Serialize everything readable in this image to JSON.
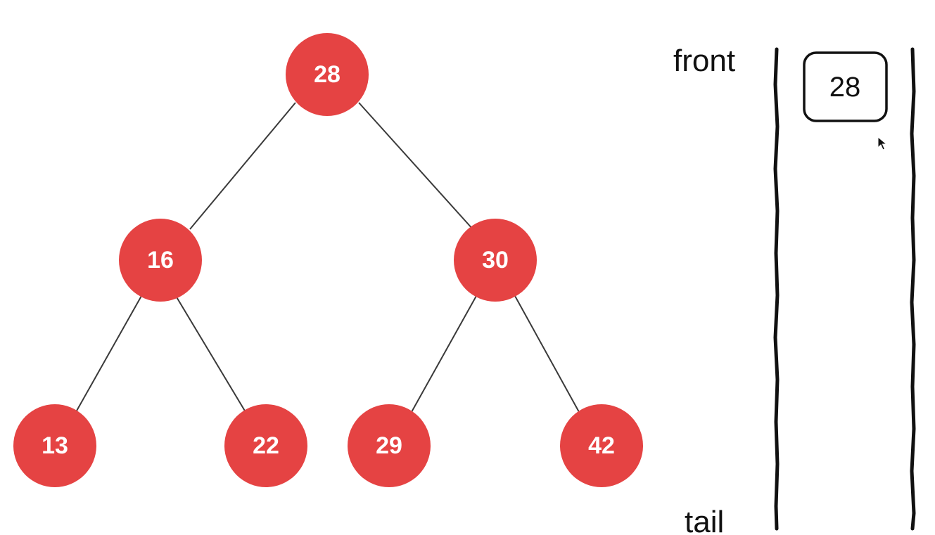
{
  "tree": {
    "nodes": [
      {
        "id": "n28",
        "value": "28"
      },
      {
        "id": "n16",
        "value": "16"
      },
      {
        "id": "n30",
        "value": "30"
      },
      {
        "id": "n13",
        "value": "13"
      },
      {
        "id": "n22",
        "value": "22"
      },
      {
        "id": "n29",
        "value": "29"
      },
      {
        "id": "n42",
        "value": "42"
      }
    ],
    "edges": [
      [
        "n28",
        "n16"
      ],
      [
        "n28",
        "n30"
      ],
      [
        "n16",
        "n13"
      ],
      [
        "n16",
        "n22"
      ],
      [
        "n30",
        "n29"
      ],
      [
        "n30",
        "n42"
      ]
    ],
    "node_color": "#e54343",
    "edge_color": "#3a3a3a",
    "label_color": "#ffffff"
  },
  "queue": {
    "front_label": "front",
    "tail_label": "tail",
    "items": [
      "28"
    ],
    "wall_color": "#111111"
  },
  "cursor": {
    "icon": "mouse-pointer-icon"
  }
}
